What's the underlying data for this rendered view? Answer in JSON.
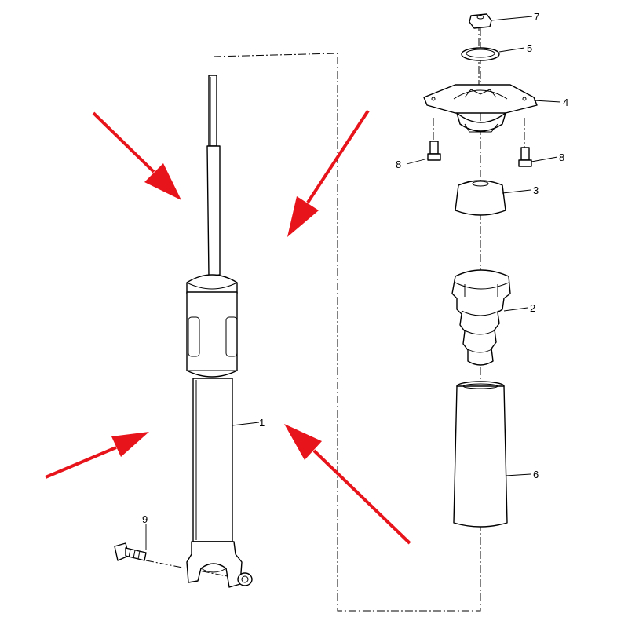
{
  "callouts": {
    "shock_absorber": "1",
    "bumper": "2",
    "insulator": "3",
    "mount": "4",
    "washer": "5",
    "dust_shield": "6",
    "nut": "7",
    "mount_bolt_left": "8",
    "mount_bolt_right": "8",
    "lower_bolt": "9"
  },
  "colors": {
    "arrow": "#e8141b",
    "line": "#000000",
    "background": "#ffffff"
  }
}
